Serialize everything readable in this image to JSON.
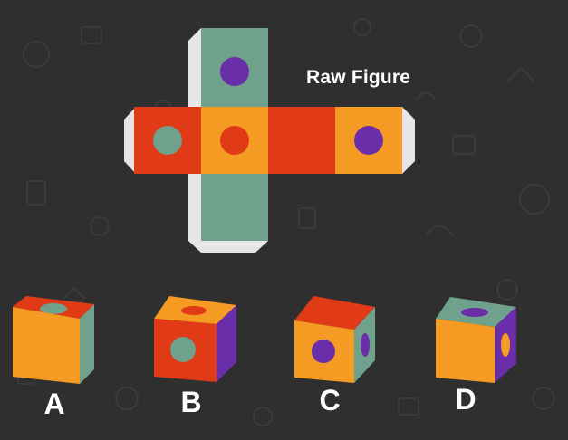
{
  "title": "Raw Figure",
  "colors": {
    "background": "#2f2f2f",
    "orange": "#f59a22",
    "red": "#e13a17",
    "teal": "#6fa18c",
    "purple": "#6a2fa8",
    "flap": "#e6e6e6"
  },
  "net": {
    "faces": [
      {
        "name": "top",
        "color": "teal",
        "dot": "purple"
      },
      {
        "name": "left",
        "color": "red",
        "dot": "teal"
      },
      {
        "name": "center",
        "color": "orange",
        "dot": "red"
      },
      {
        "name": "right-inner",
        "color": "red",
        "dot": "none"
      },
      {
        "name": "right-outer",
        "color": "orange",
        "dot": "purple"
      },
      {
        "name": "bottom",
        "color": "teal",
        "dot": "none"
      }
    ]
  },
  "options": [
    {
      "label": "A",
      "top": "red/teal-dot",
      "front": "orange",
      "side": "teal"
    },
    {
      "label": "B",
      "top": "orange/red-dot",
      "front": "red/teal-dot",
      "side": "purple"
    },
    {
      "label": "C",
      "top": "red",
      "front": "orange/purple-dot",
      "side": "teal/purple-dot"
    },
    {
      "label": "D",
      "top": "teal/purple-dot",
      "front": "orange",
      "side": "purple/orange-dot"
    }
  ]
}
